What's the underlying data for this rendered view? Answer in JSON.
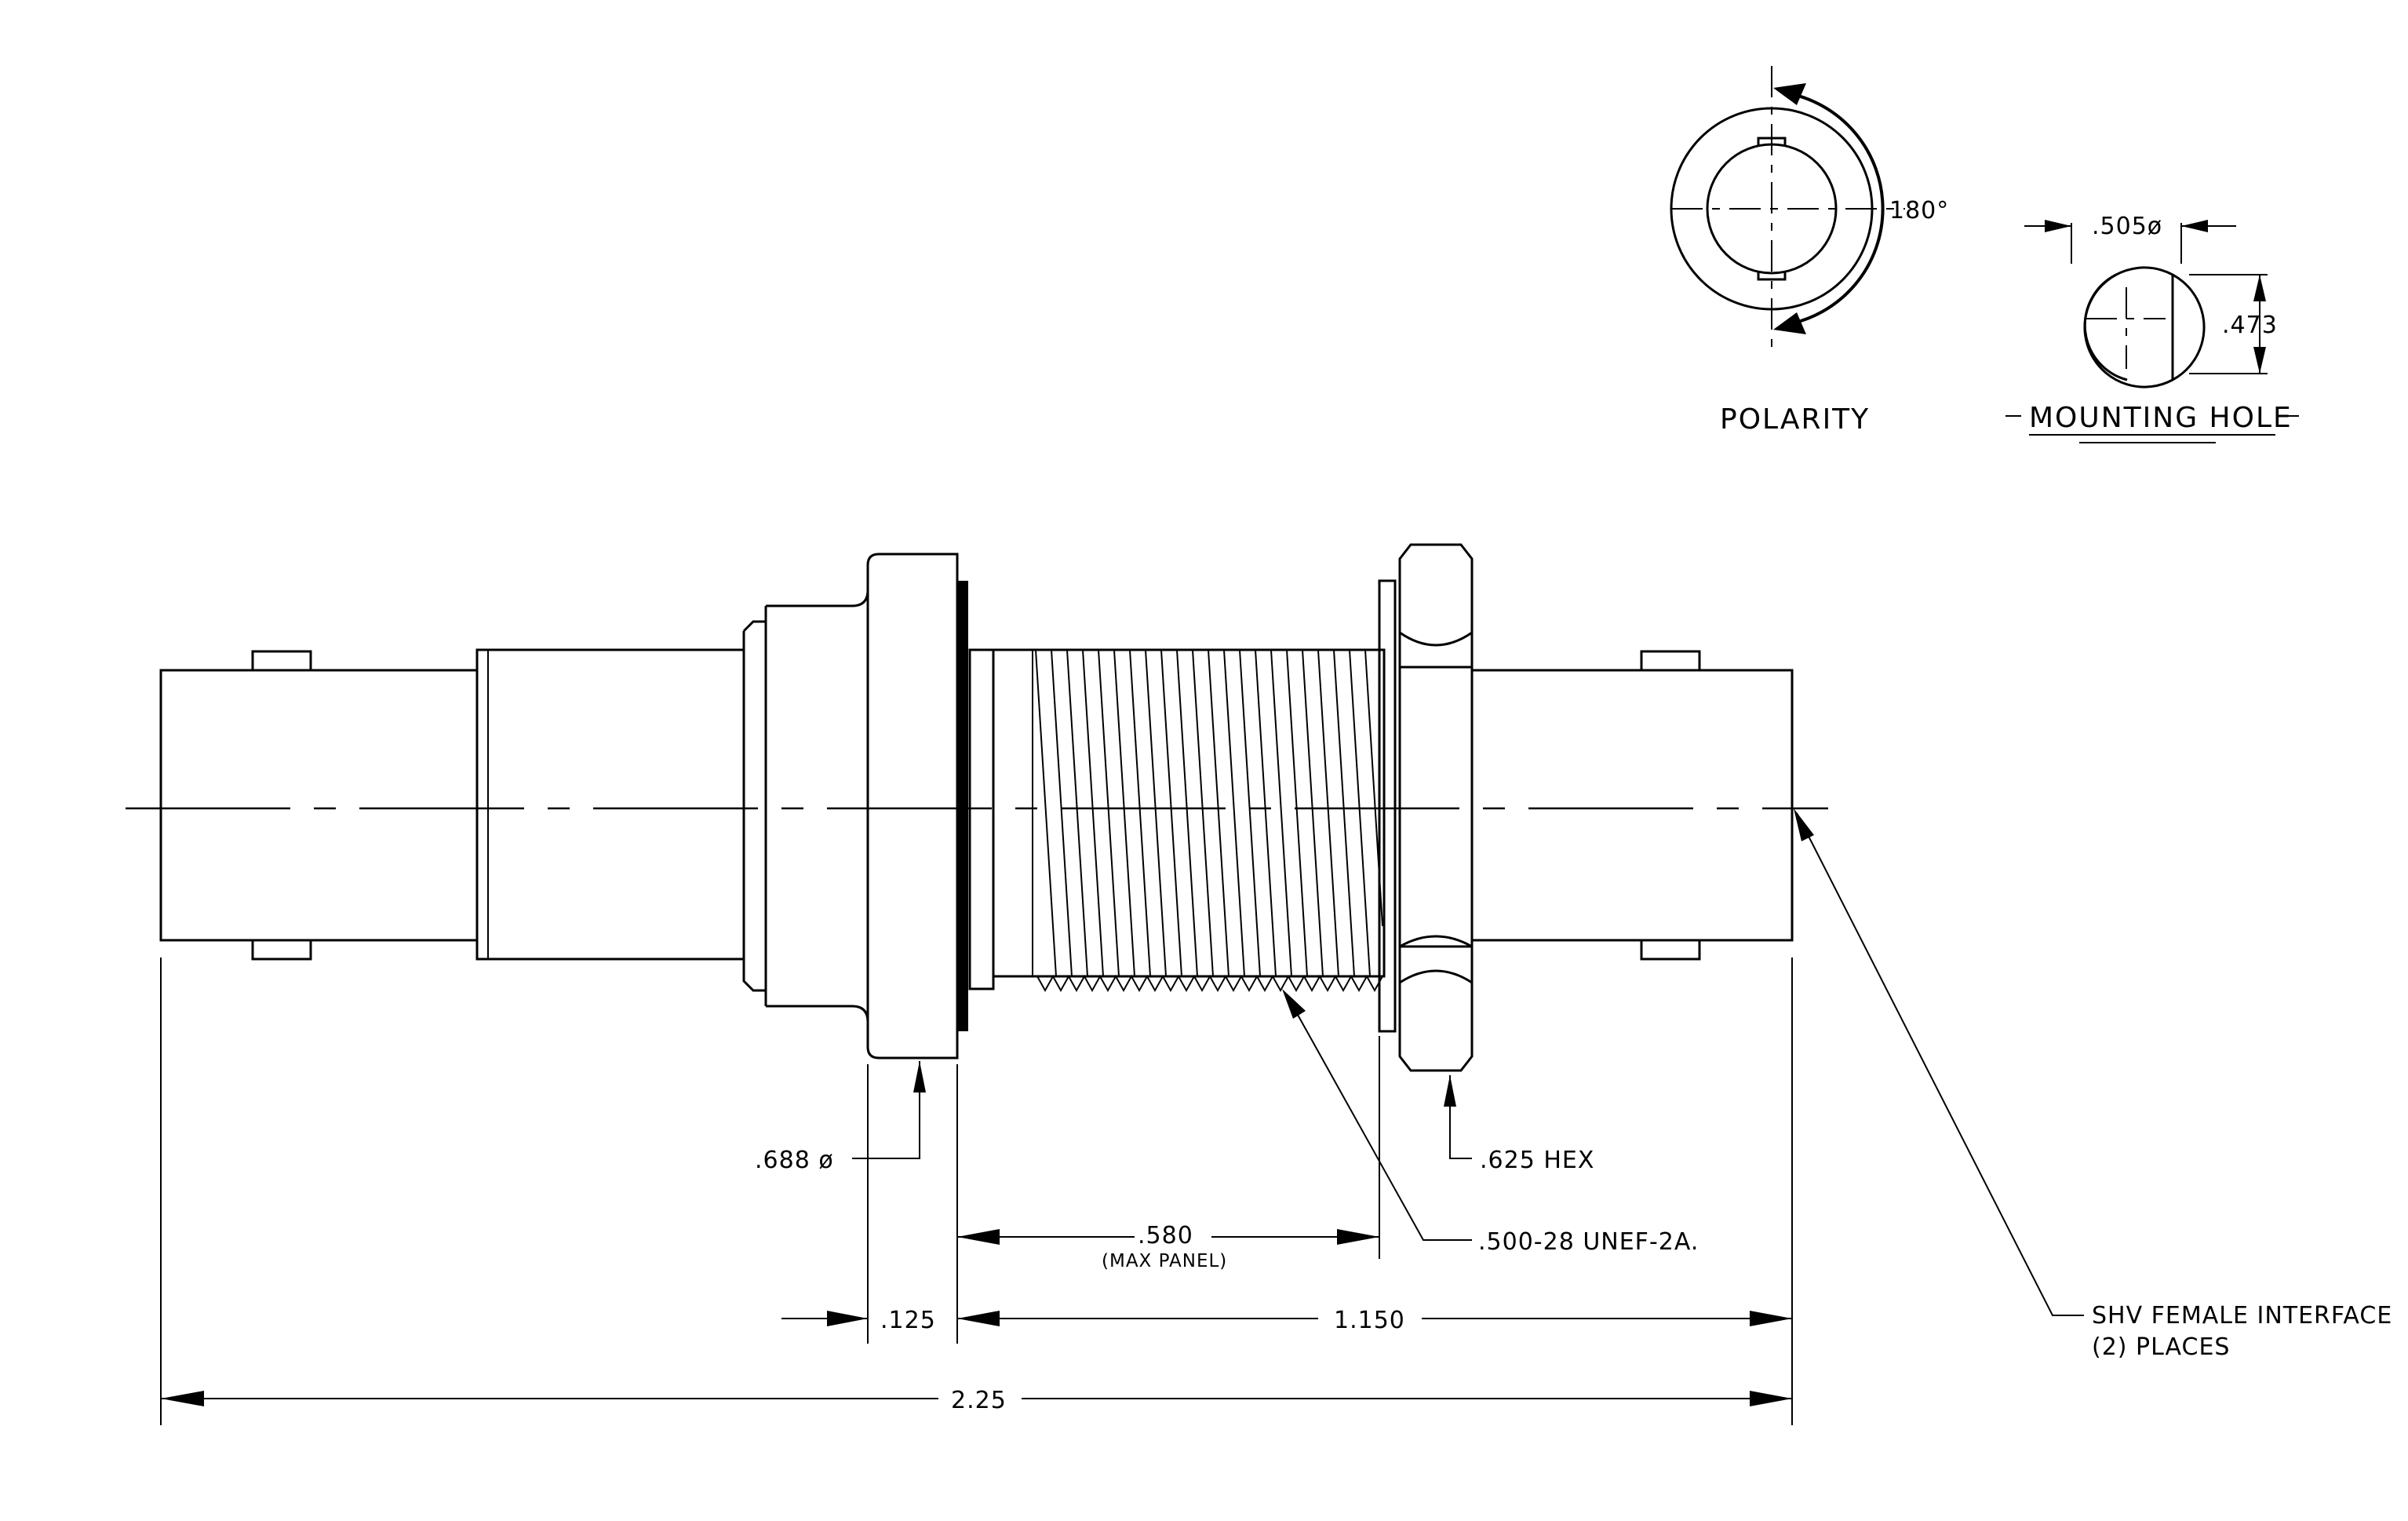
{
  "polarity": {
    "title": "POLARITY",
    "angle_label": "180°"
  },
  "mounting_hole": {
    "title": "MOUNTING HOLE",
    "diameter_label": ".505ø",
    "flat_label": ".473"
  },
  "dimensions": {
    "flange_diameter": ".688 ø",
    "hex_size": ".625 HEX",
    "max_panel_value": ".580",
    "max_panel_note": "(MAX PANEL)",
    "thread_spec": ".500-28 UNEF-2A.",
    "flange_thickness": ".125",
    "body_length": "1.150",
    "overall_length": "2.25"
  },
  "interface_note": {
    "line1": "SHV FEMALE INTERFACE",
    "line2": "(2)  PLACES"
  }
}
